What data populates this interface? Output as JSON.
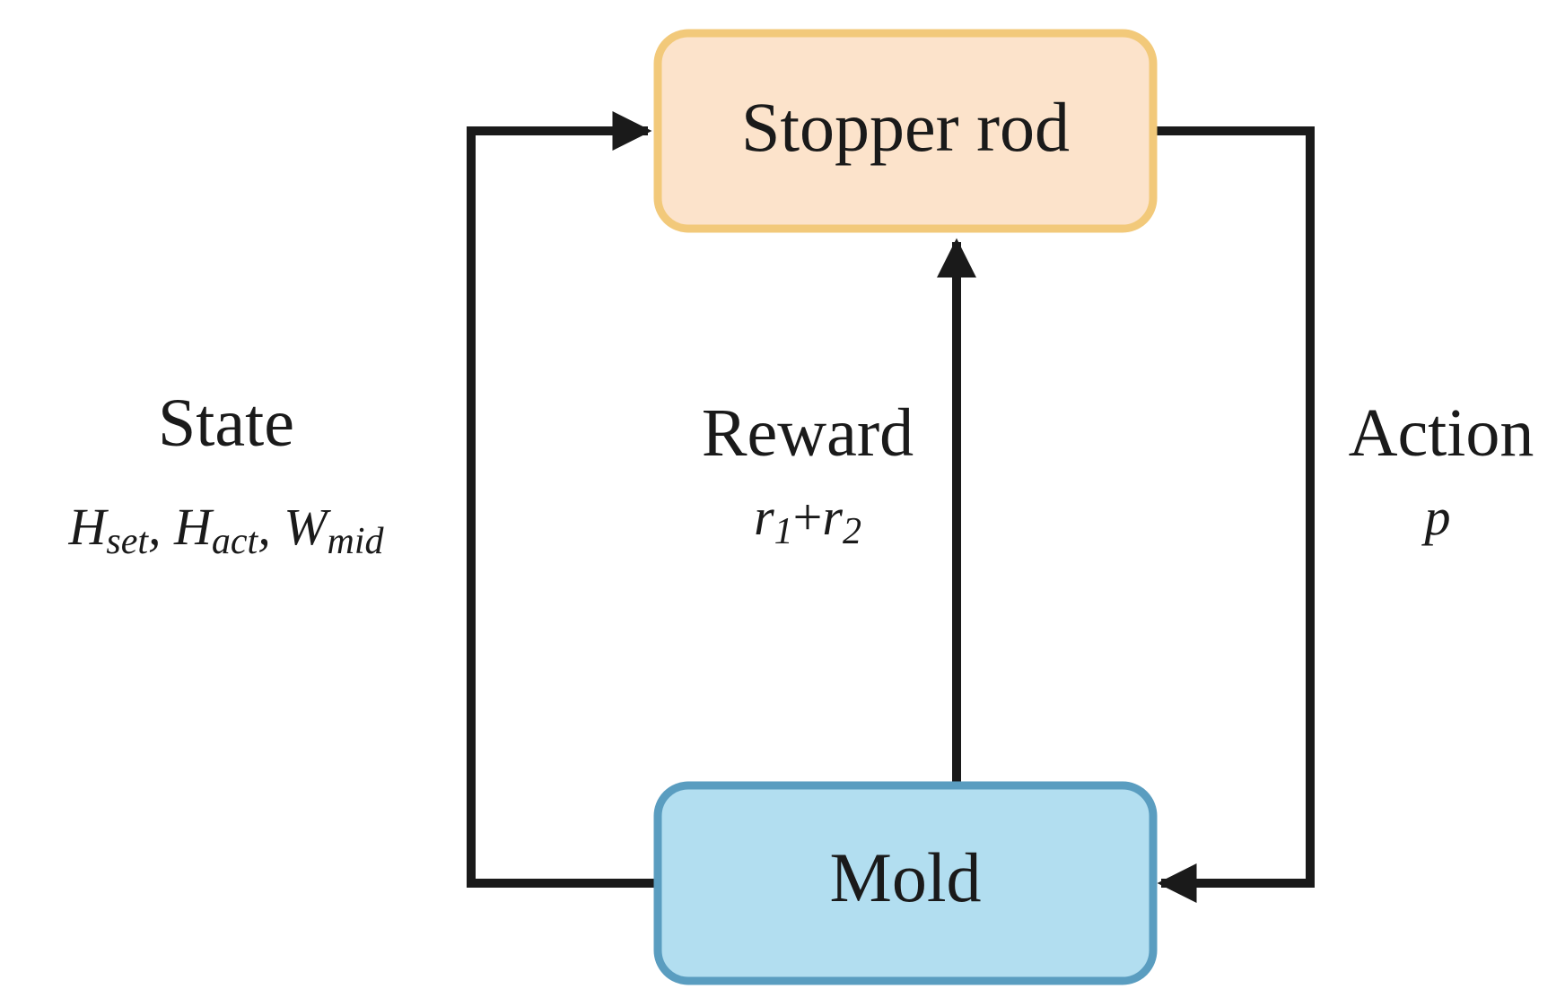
{
  "colors": {
    "stopper_fill": "#FCE3CB",
    "stopper_stroke": "#F2C97A",
    "mold_fill": "#B2DEF0",
    "mold_stroke": "#5A9DC0",
    "line": "#1a1a1a"
  },
  "nodes": {
    "stopper_rod": {
      "label": "Stopper rod"
    },
    "mold": {
      "label": "Mold"
    }
  },
  "edges": {
    "state": {
      "title": "State",
      "terms": [
        {
          "base": "H",
          "sub": "set"
        },
        {
          "base": "H",
          "sub": "act"
        },
        {
          "base": "W",
          "sub": "mid"
        }
      ],
      "separator": ", "
    },
    "reward": {
      "title": "Reward",
      "r1_base": "r",
      "r1_sub": "1",
      "plus": "+",
      "r2_base": "r",
      "r2_sub": "2"
    },
    "action": {
      "title": "Action",
      "symbol": "p"
    }
  }
}
